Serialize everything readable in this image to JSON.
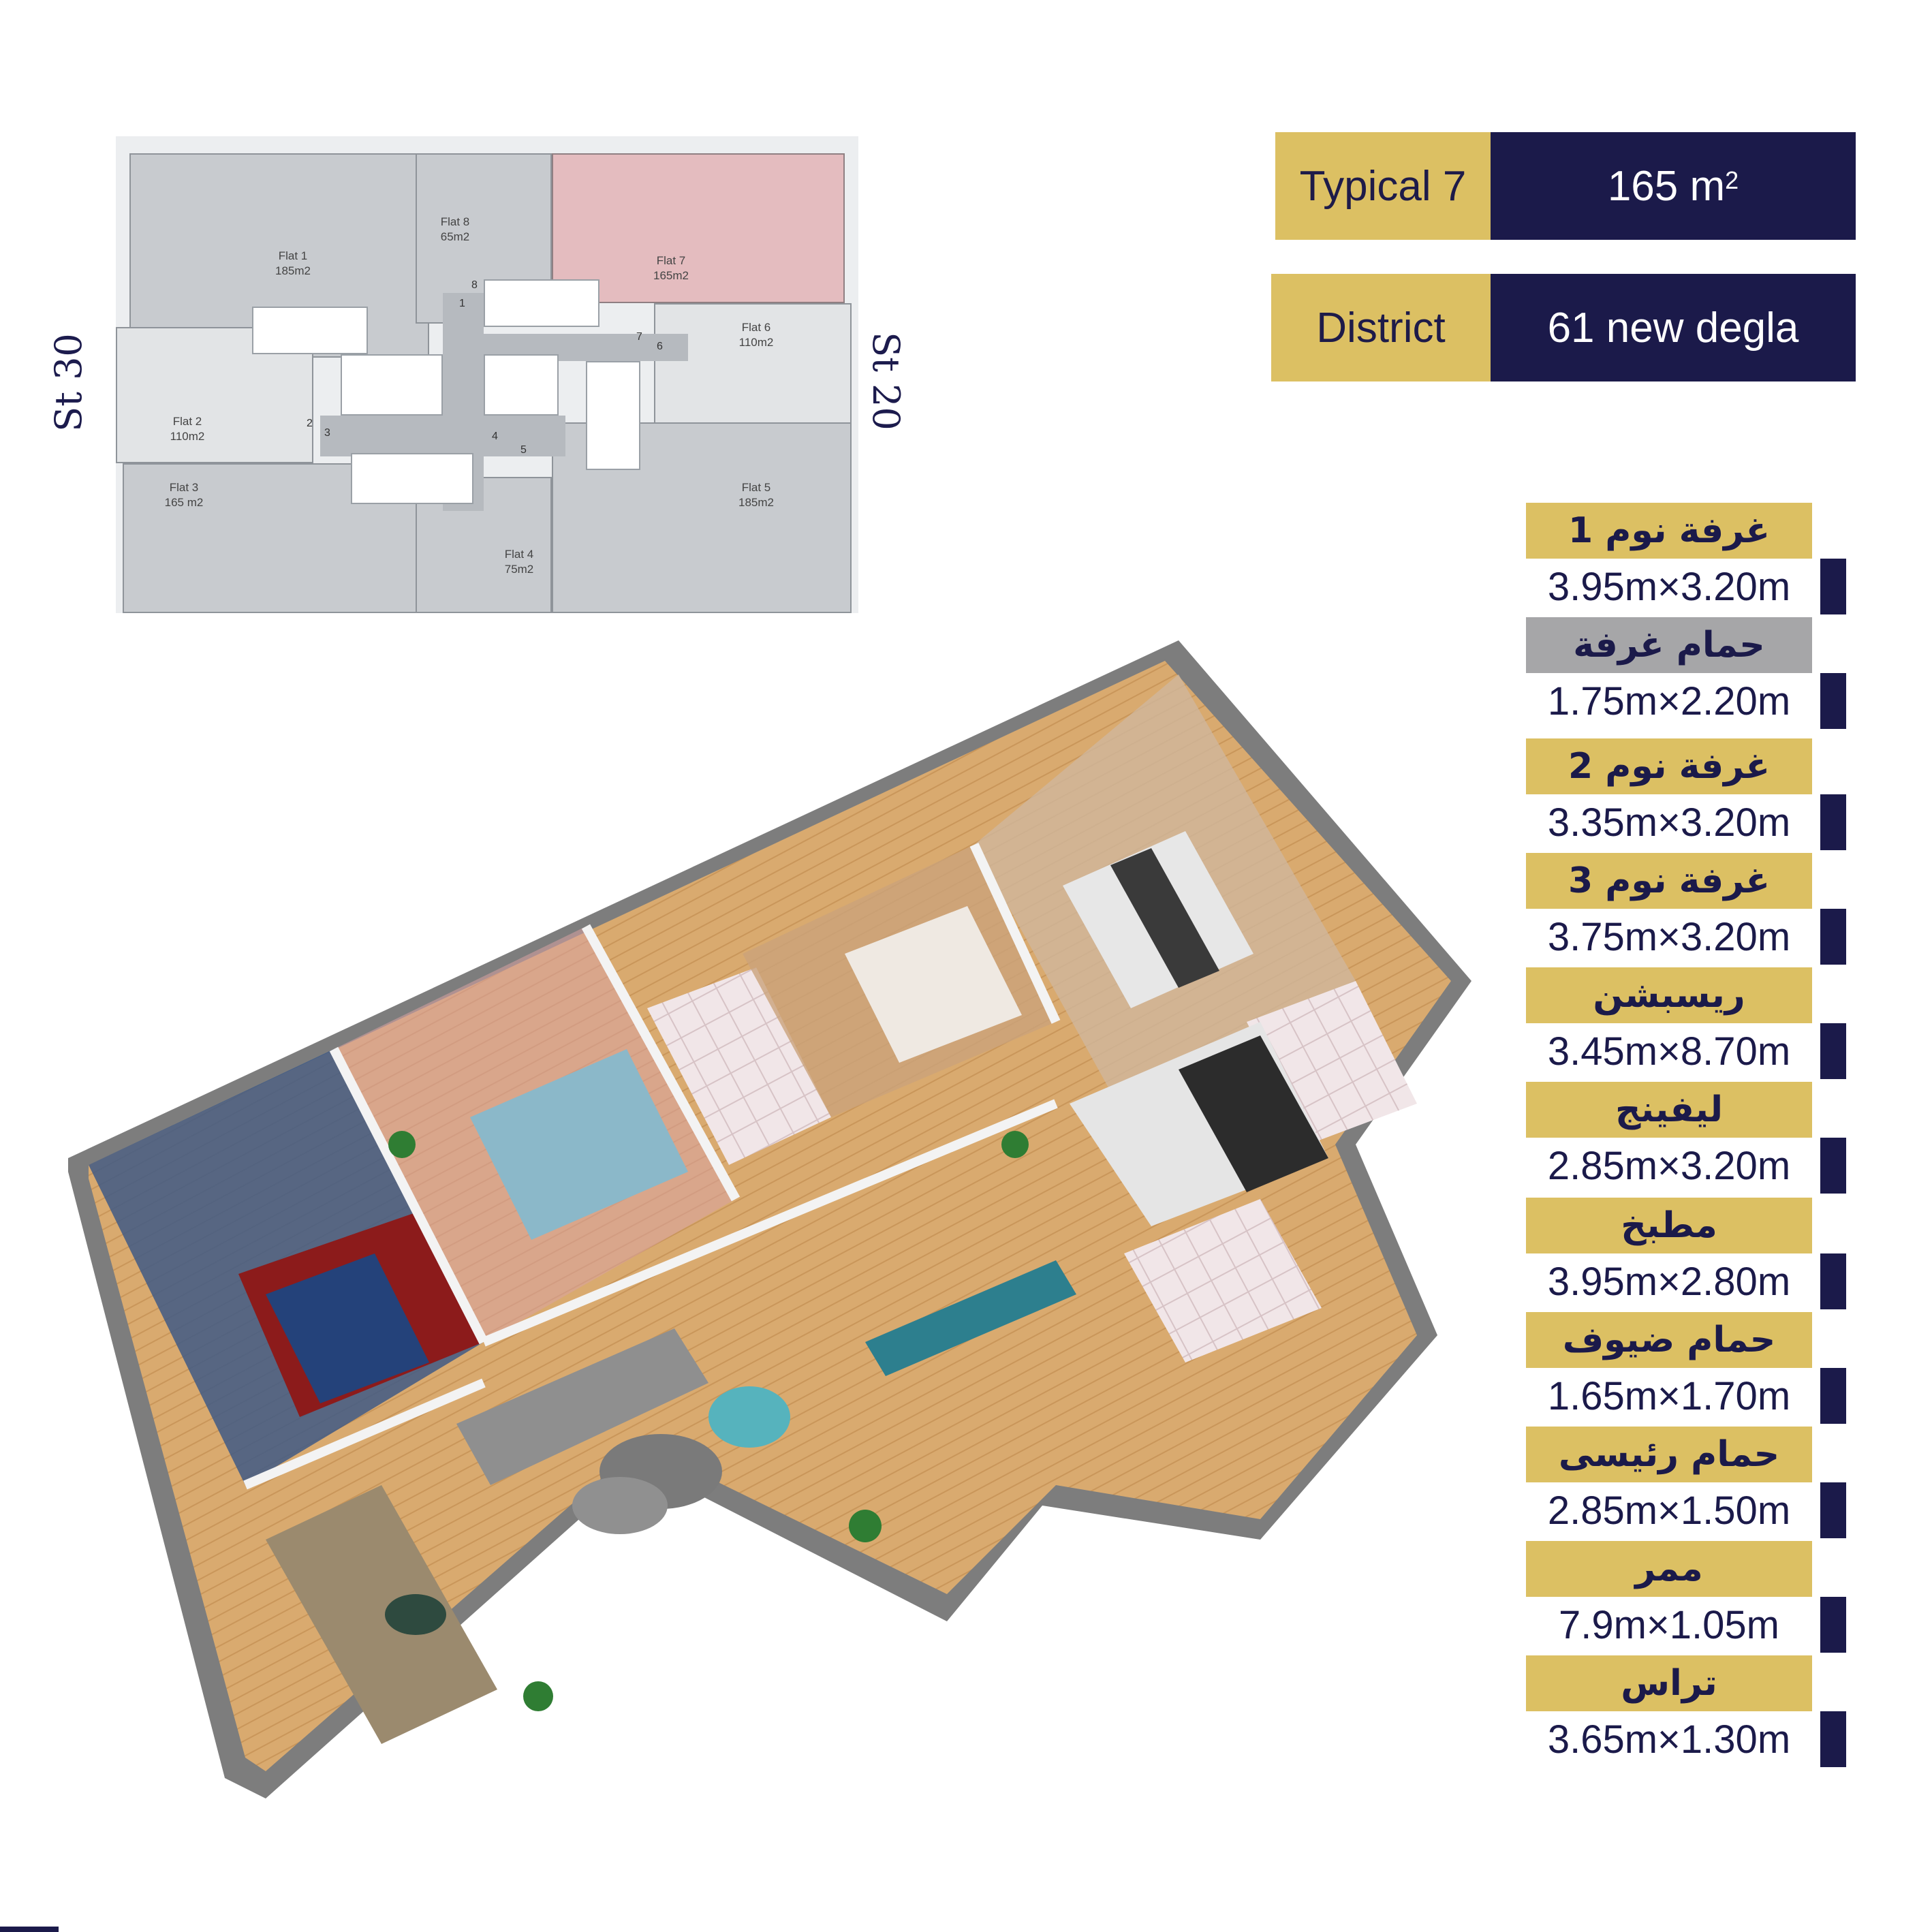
{
  "keyplan": {
    "flats": [
      {
        "name": "Flat 1",
        "area": "185m2"
      },
      {
        "name": "Flat 8",
        "area": "65m2"
      },
      {
        "name": "Flat 7",
        "area": "165m2"
      },
      {
        "name": "Flat 6",
        "area": "110m2"
      },
      {
        "name": "Flat 2",
        "area": "110m2"
      },
      {
        "name": "Flat 3",
        "area": "165 m2"
      },
      {
        "name": "Flat 4",
        "area": "75m2"
      },
      {
        "name": "Flat 5",
        "area": "185m2"
      }
    ],
    "core_numbers": [
      "1",
      "2",
      "3",
      "4",
      "5",
      "6",
      "7",
      "8"
    ],
    "streets": {
      "left": "St 30",
      "right": "St 20"
    }
  },
  "info": {
    "type_label": "Typical 7",
    "area_value": "165 m",
    "area_sup": "2",
    "district_label": "District",
    "district_value": "61 new degla"
  },
  "rooms": [
    {
      "name": "غرفة نوم 1",
      "dim": "3.95m×3.20m",
      "style": "gold"
    },
    {
      "name": "حمام غرفة",
      "dim": "1.75m×2.20m",
      "style": "grey"
    },
    {
      "name": "غرفة نوم 2",
      "dim": "3.35m×3.20m",
      "style": "gold"
    },
    {
      "name": "غرفة نوم 3",
      "dim": "3.75m×3.20m",
      "style": "gold"
    },
    {
      "name": "ريسبشن",
      "dim": "3.45m×8.70m",
      "style": "gold"
    },
    {
      "name": "ليفينج",
      "dim": "2.85m×3.20m",
      "style": "gold"
    },
    {
      "name": "مطبخ",
      "dim": "3.95m×2.80m",
      "style": "gold"
    },
    {
      "name": "حمام ضيوف",
      "dim": "1.65m×1.70m",
      "style": "gold"
    },
    {
      "name": "حمام رئيسى",
      "dim": "2.85m×1.50m",
      "style": "gold"
    },
    {
      "name": "ممر",
      "dim": "7.9m×1.05m",
      "style": "gold"
    },
    {
      "name": "تراس",
      "dim": "3.65m×1.30m",
      "style": "gold"
    }
  ],
  "colors": {
    "gold": "#dcc063",
    "navy": "#1b1a4a",
    "grey_label": "#a6a6a8",
    "highlight_flat": "#e4bcbf"
  }
}
